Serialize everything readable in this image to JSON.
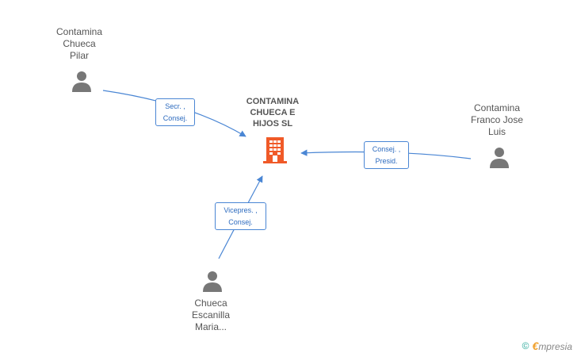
{
  "company": {
    "name_lines": [
      "CONTAMINA",
      "CHUECA E",
      "HIJOS SL"
    ],
    "icon": "building-icon",
    "color": "#f05a28"
  },
  "people": [
    {
      "id": "p1",
      "name_lines": [
        "Contamina",
        "Chueca",
        "Pilar"
      ],
      "icon": "person-icon"
    },
    {
      "id": "p2",
      "name_lines": [
        "Contamina",
        "Franco Jose",
        "Luis"
      ],
      "icon": "person-icon"
    },
    {
      "id": "p3",
      "name_lines": [
        "Chueca",
        "Escanilla",
        "Maria..."
      ],
      "icon": "person-icon"
    }
  ],
  "relations": [
    {
      "from": "p1",
      "role_lines": [
        "Secr. ,",
        "Consej."
      ]
    },
    {
      "from": "p2",
      "role_lines": [
        "Consej. ,",
        "Presid."
      ]
    },
    {
      "from": "p3",
      "role_lines": [
        "Vicepres. ,",
        "Consej."
      ]
    }
  ],
  "colors": {
    "edge": "#4a86d4",
    "person": "#777777",
    "text": "#555555"
  },
  "footer": {
    "copyright_symbol": "©",
    "brand_initial": "€",
    "brand_rest": "mpresia"
  }
}
